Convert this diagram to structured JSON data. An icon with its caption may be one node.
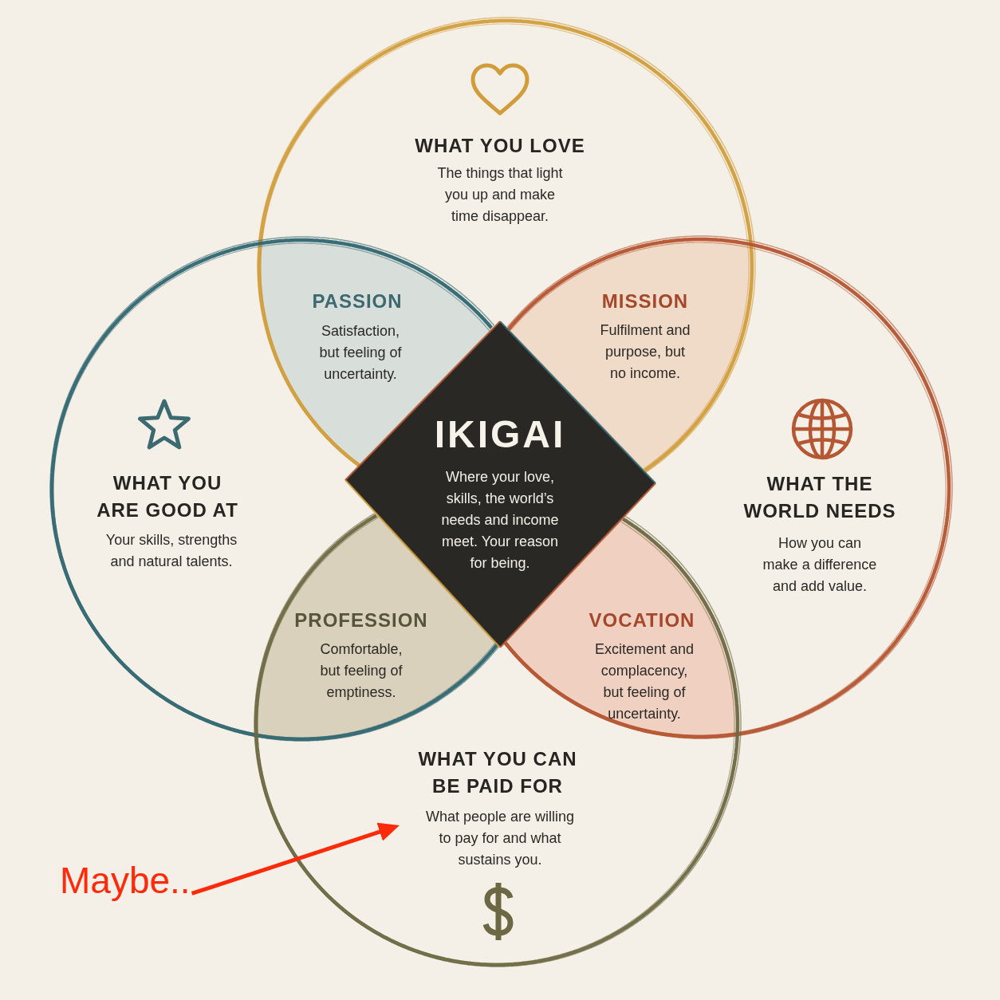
{
  "diagram": {
    "nodes": [
      {
        "text": [
          "WHAT YOU LOVE",
          "The things that light you up and make time disappear."
        ]
      },
      {
        "text": [
          "PASSION",
          "Satisfaction, but feeling of uncertainty."
        ]
      },
      {
        "text": [
          "MISSION",
          "Fulfilment and purpose, but no income."
        ]
      },
      {
        "text": [
          "IKIGAI",
          "Where your love, skills, the world’s needs and income meet. Your reason for being."
        ]
      },
      {
        "text": [
          "WHAT YOU ARE GOOD AT",
          "Your skills, strengths and natural talents."
        ]
      },
      {
        "text": [
          "WHAT THE WORLD NEEDS",
          "How you can make a difference and add value."
        ]
      },
      {
        "text": [
          "PROFESSION",
          "Comfortable, but feeling of emptiness."
        ]
      },
      {
        "text": [
          "VOCATION",
          "Excitement and complacency, but feeling of uncertainty."
        ]
      },
      {
        "text": [
          "WHAT YOU CAN BE PAID FOR",
          "What people are willing to pay for and what sustains you."
        ]
      },
      {
        "text": [
          "Maybe.."
        ]
      }
    ],
    "edges": [
      {
        "from": 9,
        "to": 8,
        "arrow": "to",
        "color": "#ff2a0a"
      }
    ]
  }
}
